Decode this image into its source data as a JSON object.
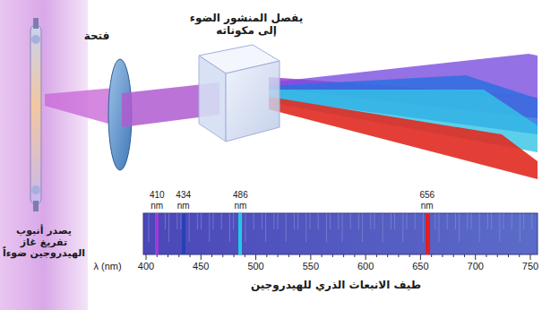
{
  "diagram": {
    "caption": "طيف الانبعاث الذري للهيدروجين",
    "labels": [
      "فتحة",
      "يفصل المنشور الضوء إلى مكوناته",
      "410 nm",
      "434 nm",
      "486 nm",
      "656 nm",
      "λ (nm)",
      "400",
      "450",
      "500",
      "550",
      "600",
      "650",
      "700",
      "750",
      "يصدر أنبوب تفريغ غاز الهيدروجين ضوءاً"
    ]
  }
}
